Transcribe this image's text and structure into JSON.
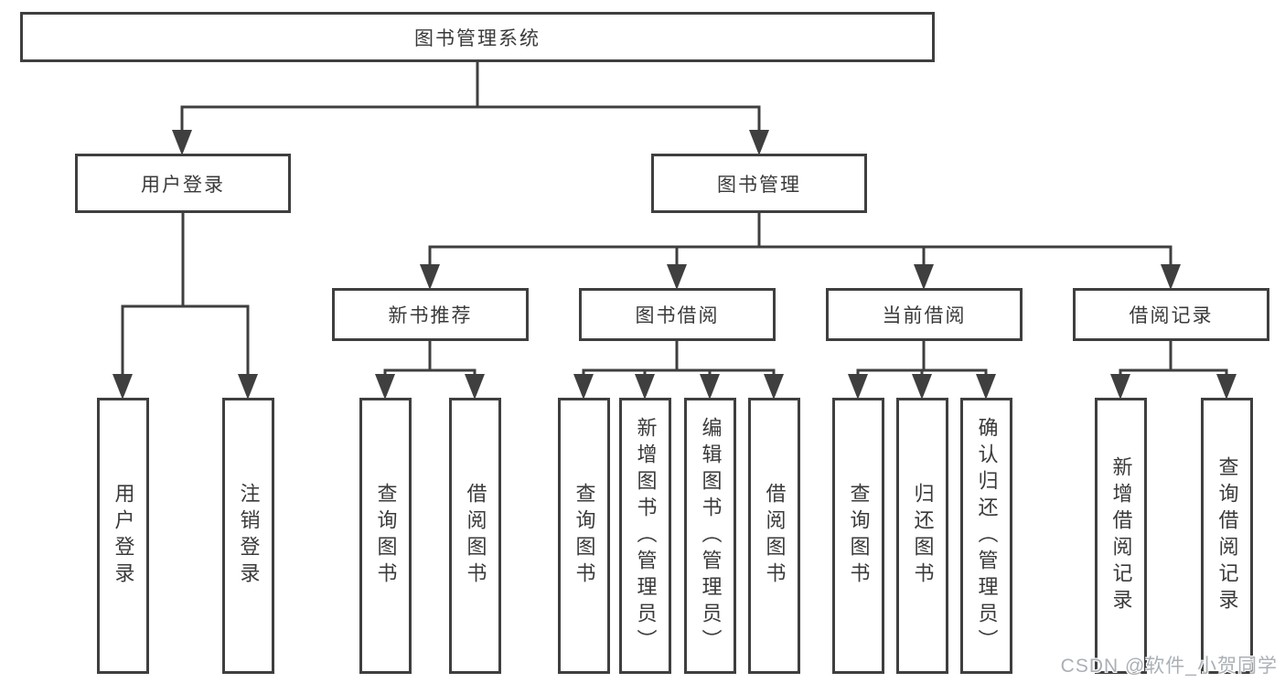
{
  "tree": {
    "label": "图书管理系统",
    "children": [
      {
        "label": "用户登录",
        "children": [
          {
            "label": "用户登录"
          },
          {
            "label": "注销登录"
          }
        ]
      },
      {
        "label": "图书管理",
        "children": [
          {
            "label": "新书推荐",
            "children": [
              {
                "label": "查询图书"
              },
              {
                "label": "借阅图书"
              }
            ]
          },
          {
            "label": "图书借阅",
            "children": [
              {
                "label": "查询图书"
              },
              {
                "label": "新增图书（管理员）"
              },
              {
                "label": "编辑图书（管理员）"
              },
              {
                "label": "借阅图书"
              }
            ]
          },
          {
            "label": "当前借阅",
            "children": [
              {
                "label": "查询图书"
              },
              {
                "label": "归还图书"
              },
              {
                "label": "确认归还（管理员）"
              }
            ]
          },
          {
            "label": "借阅记录",
            "children": [
              {
                "label": "新增借阅记录"
              },
              {
                "label": "查询借阅记录"
              }
            ]
          }
        ]
      }
    ]
  },
  "watermark": "CSDN @软件_小贺同学",
  "colors": {
    "line": "#3f3f3f",
    "text": "#3a3a3a",
    "watermark": "#aab0b6",
    "background": "#ffffff"
  }
}
